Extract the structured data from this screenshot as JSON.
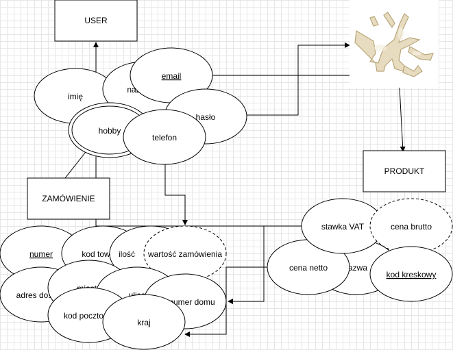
{
  "entities": {
    "user": "USER",
    "zamowienie": "ZAMÓWIENIE",
    "produkt": "PRODUKT"
  },
  "user_attrs": {
    "imie": "imię",
    "nazwisko": "naz",
    "email": "email",
    "haslo": "hasło",
    "hobby": "hobby",
    "telefon": "telefon"
  },
  "order_attrs": {
    "numer": "numer",
    "kod_towaru": "kod tow",
    "ilosc": "ilość",
    "wartosc": "wartość zamówienia",
    "adres": "adres dos",
    "miasto": "miasto",
    "ulica": "ulica",
    "numer_domu": "numer domu",
    "kod_pocztowy": "kod poczto",
    "kraj": "kraj"
  },
  "product_attrs": {
    "stawka_vat": "stawka VAT",
    "cena_brutto": "cena brutto",
    "cena_netto": "cena netto",
    "nazwa": "azwa",
    "kod_kreskowy": "kod kreskowy"
  },
  "image": {
    "icon": "chicken-feet-photo"
  }
}
